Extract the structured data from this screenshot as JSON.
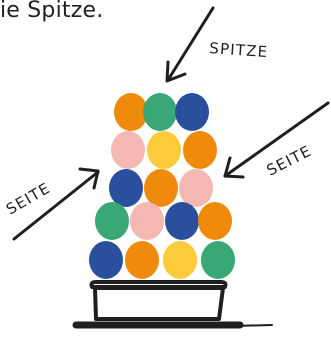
{
  "caption": "ie Spitze.",
  "labels": {
    "top": "SPITZE",
    "left": "SEITE",
    "right": "SEITE"
  },
  "colors": {
    "blue": "#2a4f9c",
    "green": "#3aa876",
    "orange": "#ef8a0b",
    "pink": "#f5b7b1",
    "yellow": "#fccb3a",
    "ink": "#1f1f1f"
  },
  "tower_rows": [
    [
      "orange",
      "green",
      "blue"
    ],
    [
      "pink",
      "yellow",
      "orange"
    ],
    [
      "blue",
      "orange",
      "pink"
    ],
    [
      "green",
      "pink",
      "blue",
      "orange"
    ],
    [
      "blue",
      "orange",
      "yellow",
      "green"
    ]
  ]
}
